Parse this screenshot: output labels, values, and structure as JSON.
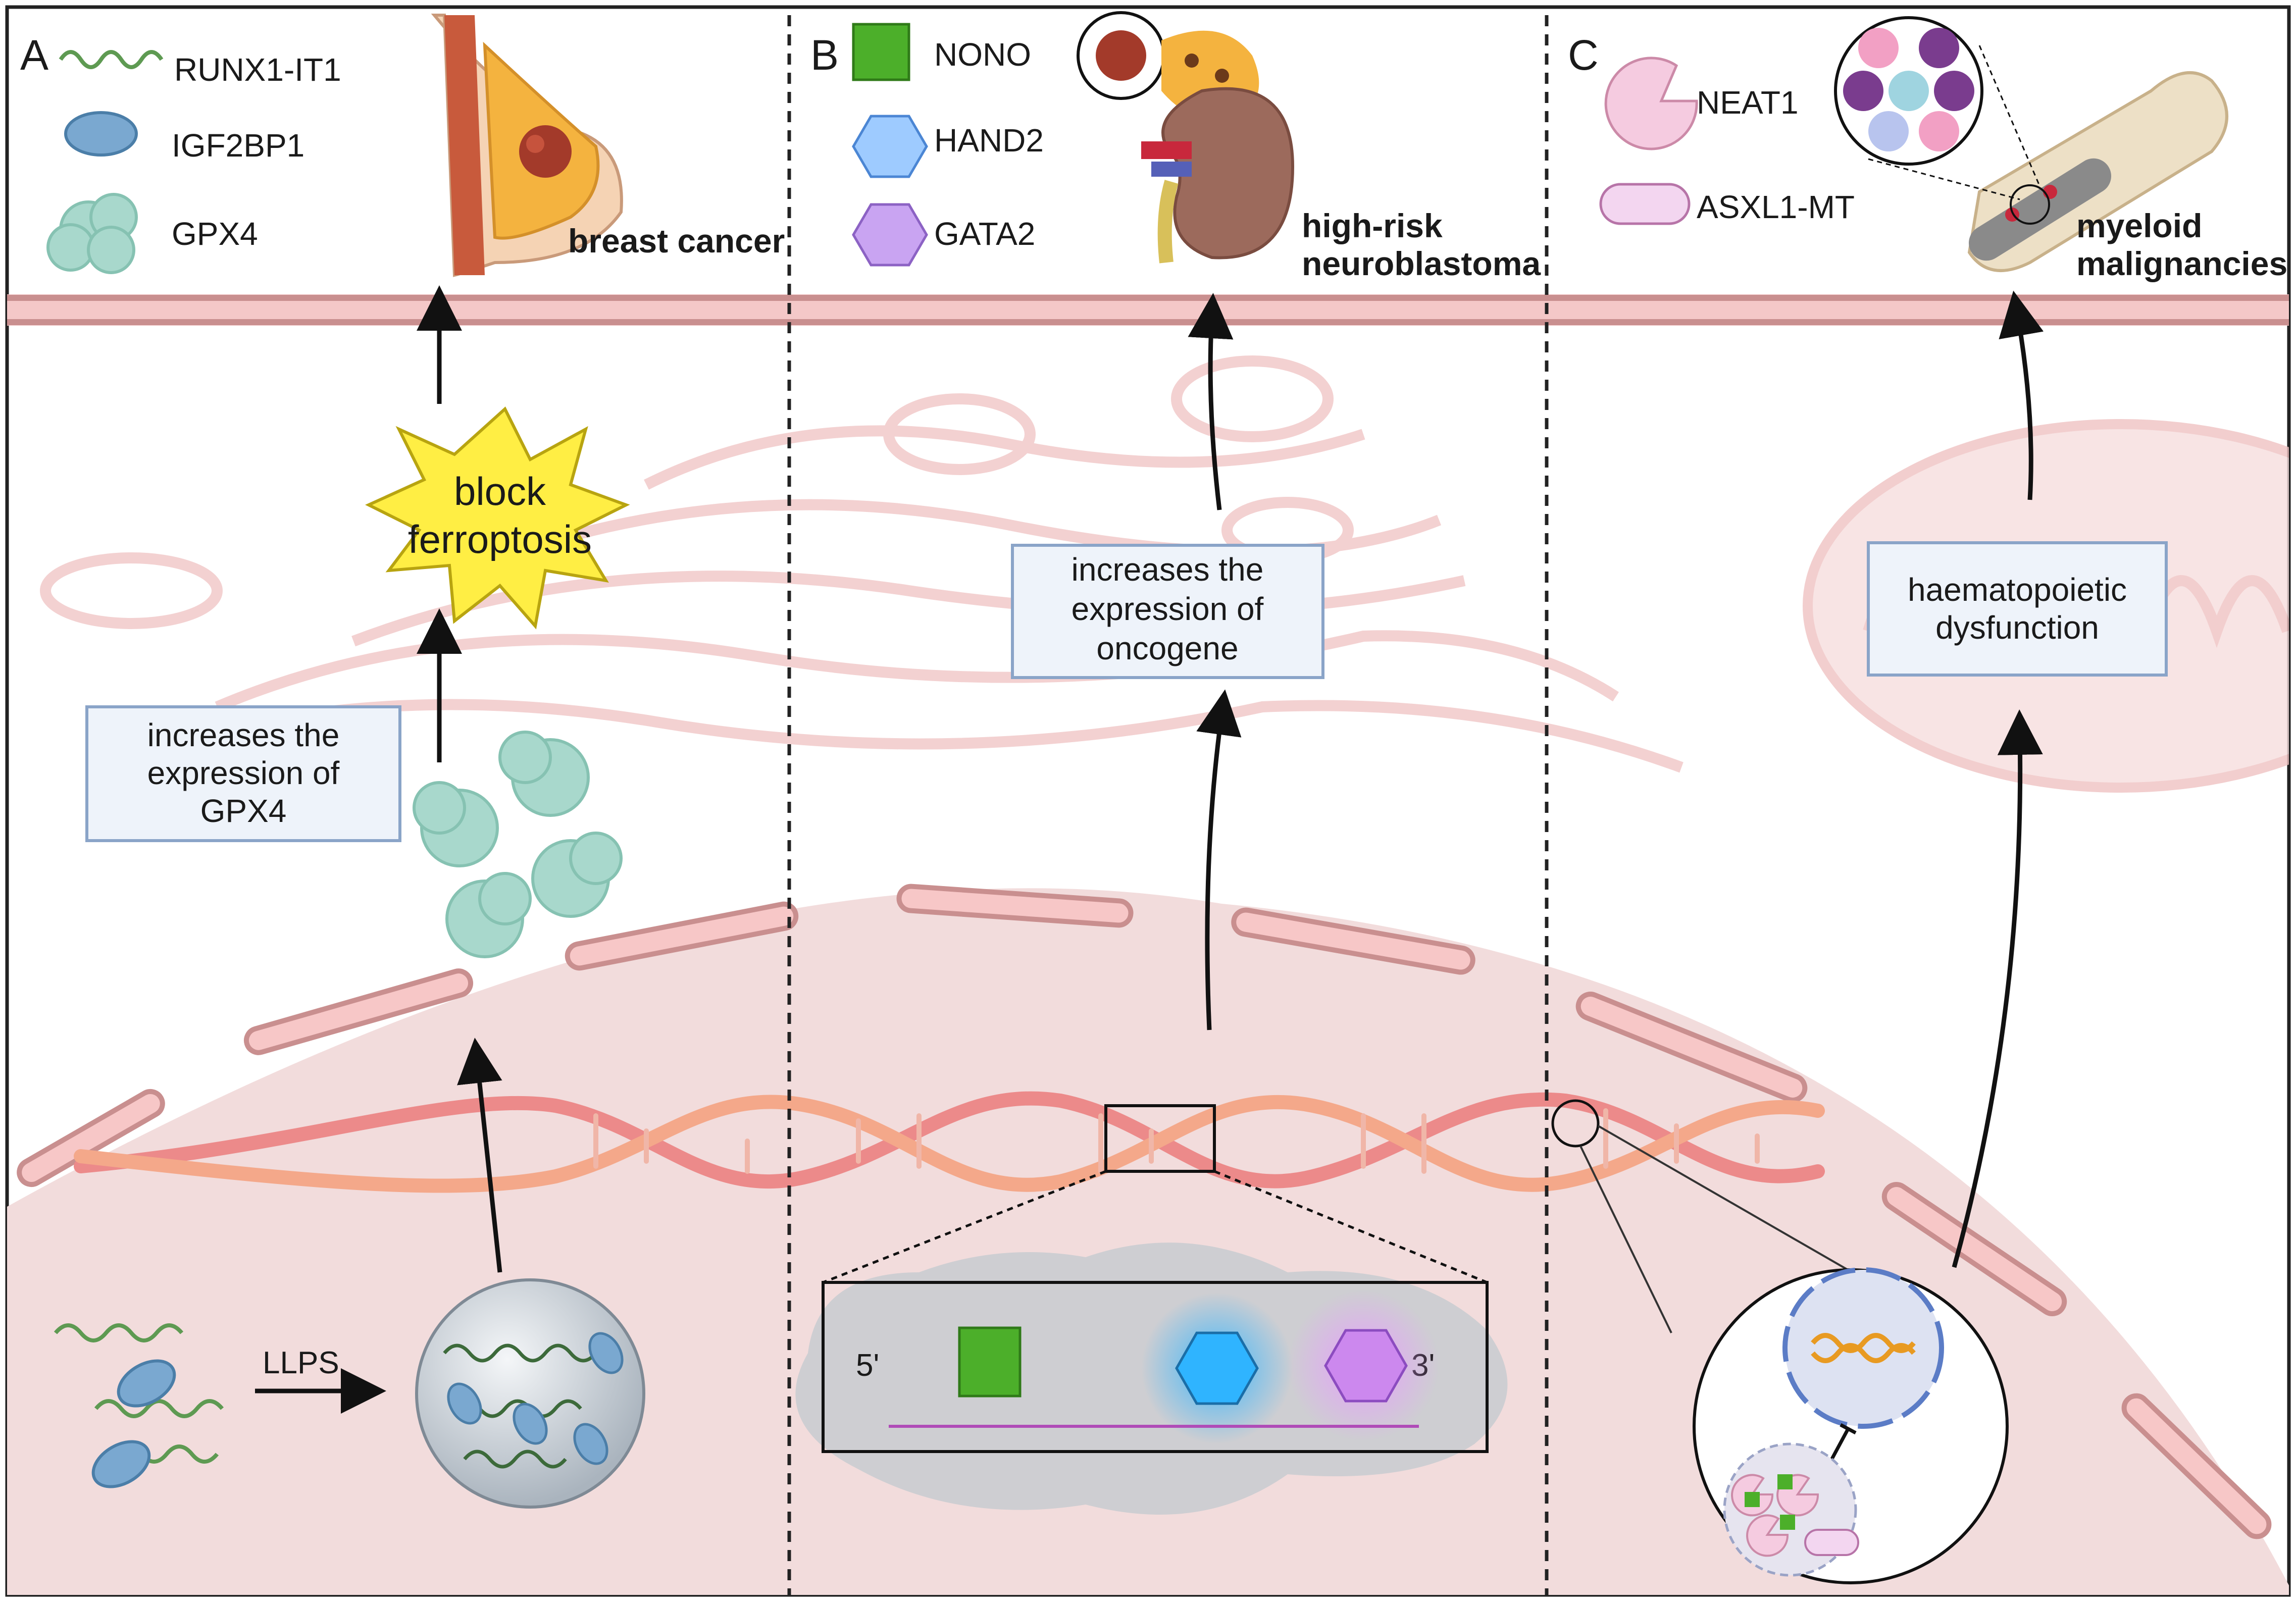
{
  "panels": [
    {
      "letter": "A",
      "legend": [
        "RUNX1-IT1",
        "IGF2BP1",
        "GPX4"
      ],
      "disease": [
        "breast cancer"
      ],
      "process_box": [
        "increases the",
        "expression of",
        "GPX4"
      ],
      "star": [
        "block",
        "ferroptosis"
      ],
      "llps_label": "LLPS"
    },
    {
      "letter": "B",
      "legend": [
        "NONO",
        "HAND2",
        "GATA2"
      ],
      "disease": [
        "high-risk",
        "neuroblastoma"
      ],
      "process_box": [
        "increases the",
        "expression of",
        "oncogene"
      ],
      "strand_5": "5'",
      "strand_3": "3'"
    },
    {
      "letter": "C",
      "legend": [
        "NEAT1",
        "ASXL1-MT"
      ],
      "disease": [
        "myeloid",
        "malignancies"
      ],
      "process_box": [
        "haematopoietic",
        "dysfunction"
      ]
    }
  ],
  "colors": {
    "membrane": "#f2c6c6",
    "membrane_edge": "#c98f8f",
    "nucleus": "#f0dada",
    "box_fill": "#eef3fa",
    "box_stroke": "#8aa4c8",
    "gpx4": "#a8d8cc",
    "igf2bp1": "#7aa8d0",
    "runx1": "#5e9a52",
    "nono": "#4caf2a",
    "hand2": "#2fb4ff",
    "gata2": "#cc88ee",
    "neat1": "#f5cbe0",
    "star": "#ffee44"
  },
  "icons": [
    "breast-illustration-icon",
    "kidney-adrenal-icon",
    "bone-marrow-icon",
    "dna-helix-icon",
    "condensate-droplet-icon",
    "mitochondrion-icon",
    "golgi-icon"
  ]
}
